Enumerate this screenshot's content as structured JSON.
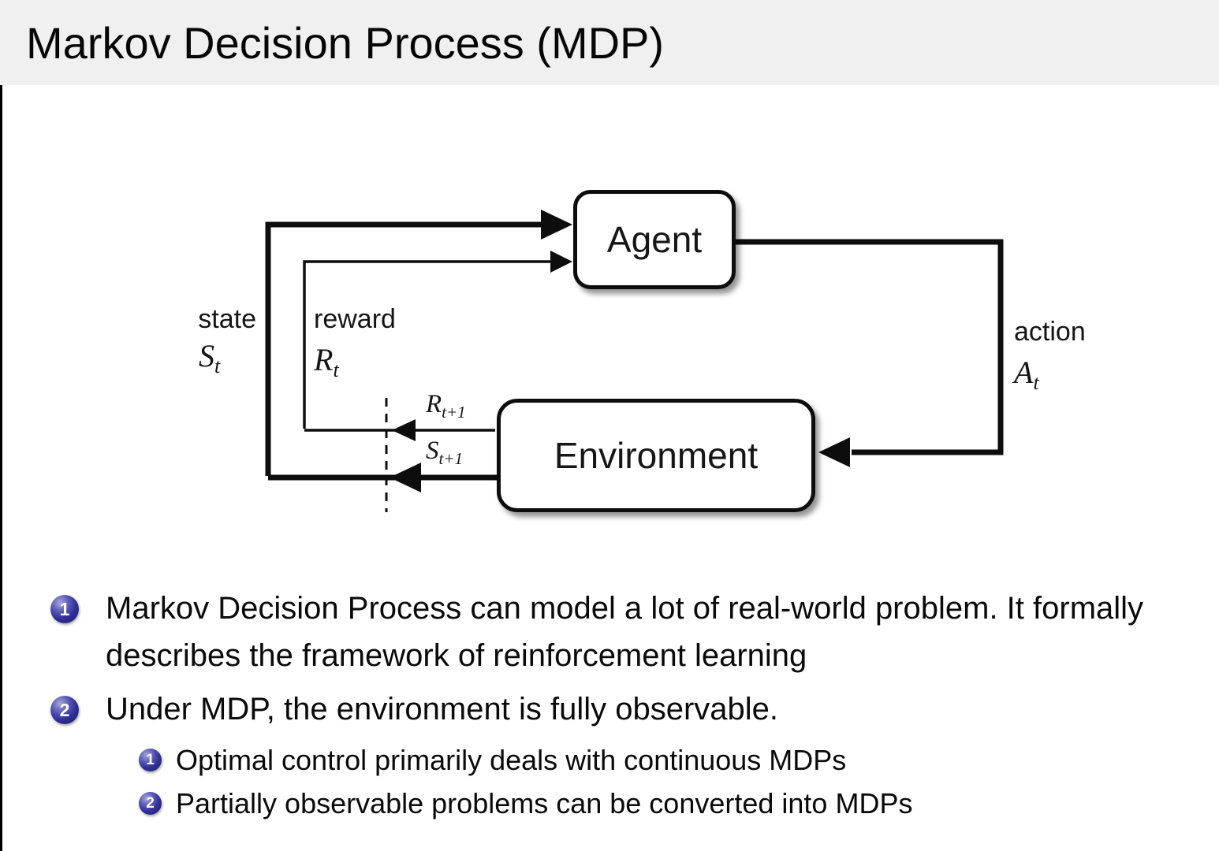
{
  "title": "Markov Decision Process (MDP)",
  "diagram": {
    "agent_label": "Agent",
    "environment_label": "Environment",
    "state_label": "state",
    "state_symbol": "S",
    "state_sub": "t",
    "reward_label": "reward",
    "reward_symbol": "R",
    "reward_sub": "t",
    "action_label": "action",
    "action_symbol": "A",
    "action_sub": "t",
    "next_reward_symbol": "R",
    "next_reward_sub": "t+1",
    "next_state_symbol": "S",
    "next_state_sub": "t+1"
  },
  "bullets": [
    {
      "number": "1",
      "text": "Markov Decision Process can model a lot of real-world problem. It formally describes the framework of reinforcement learning"
    },
    {
      "number": "2",
      "text": "Under MDP, the environment is fully observable.",
      "sub": [
        {
          "number": "1",
          "text": "Optimal control primarily deals with continuous MDPs"
        },
        {
          "number": "2",
          "text": "Partially observable problems can be converted into MDPs"
        }
      ]
    }
  ],
  "colors": {
    "ink": "#0c0c0c",
    "badge_blue": "#34349a",
    "title_bar_bg": "#f0f0f0"
  }
}
